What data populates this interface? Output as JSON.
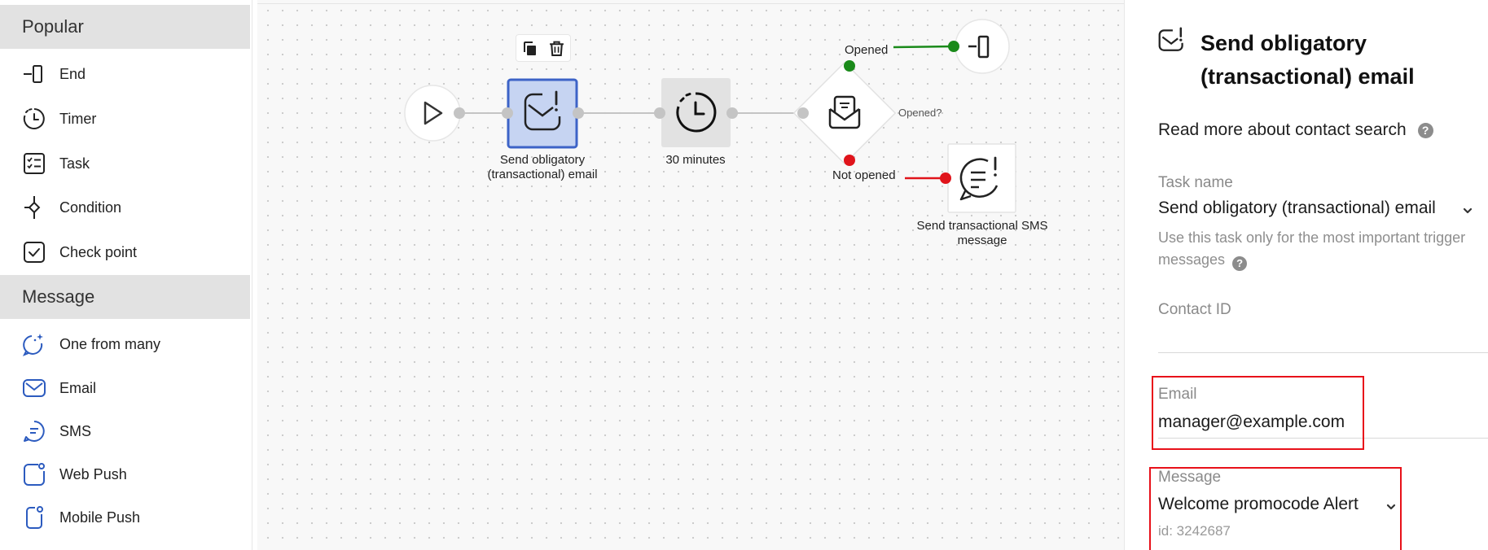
{
  "sidebar": {
    "sections": [
      {
        "title": "Popular",
        "items": [
          {
            "label": "End",
            "icon": "end-icon"
          },
          {
            "label": "Timer",
            "icon": "timer-icon"
          },
          {
            "label": "Task",
            "icon": "task-icon"
          },
          {
            "label": "Condition",
            "icon": "condition-icon"
          },
          {
            "label": "Check point",
            "icon": "check-point-icon"
          }
        ]
      },
      {
        "title": "Message",
        "items": [
          {
            "label": "One from many",
            "icon": "one-from-many-icon"
          },
          {
            "label": "Email",
            "icon": "email-icon"
          },
          {
            "label": "SMS",
            "icon": "sms-icon"
          },
          {
            "label": "Web Push",
            "icon": "web-push-icon"
          },
          {
            "label": "Mobile Push",
            "icon": "mobile-push-icon"
          }
        ]
      }
    ]
  },
  "canvas": {
    "nodes": {
      "email_task": {
        "label": "Send obligatory (transactional) email",
        "icon": "email-alert-icon"
      },
      "timer": {
        "label": "30 minutes",
        "icon": "timer-icon"
      },
      "condition": {
        "label": "Opened?",
        "icon": "opened-envelope-icon"
      },
      "end": {
        "icon": "end-icon"
      },
      "sms_task": {
        "label": "Send transactional SMS message",
        "icon": "sms-alert-icon"
      }
    },
    "branches": {
      "opened": {
        "label": "Opened",
        "color": "#1a8a1a"
      },
      "not_opened": {
        "label": "Not opened",
        "color": "#e0141b"
      }
    },
    "toolbar": {
      "copy_icon": "copy-icon",
      "delete_icon": "trash-icon"
    },
    "colors": {
      "selected_fill": "#c6d4f2",
      "selected_border": "#3d63c7",
      "connector": "#c4c4c4",
      "accent": "#2c5bbf"
    }
  },
  "panel": {
    "title": "Send obligatory (transactional) email",
    "read_more": "Read more about contact search",
    "task_name": {
      "label": "Task name",
      "value": "Send obligatory (transactional) email",
      "hint": "Use this task only for the most important trigger messages"
    },
    "contact_id": {
      "label": "Contact ID",
      "value": ""
    },
    "email": {
      "label": "Email",
      "value": "manager@example.com"
    },
    "message": {
      "label": "Message",
      "value": "Welcome promocode Alert",
      "id_text": "id: 3242687"
    },
    "highlight_color": "#e8111a"
  }
}
